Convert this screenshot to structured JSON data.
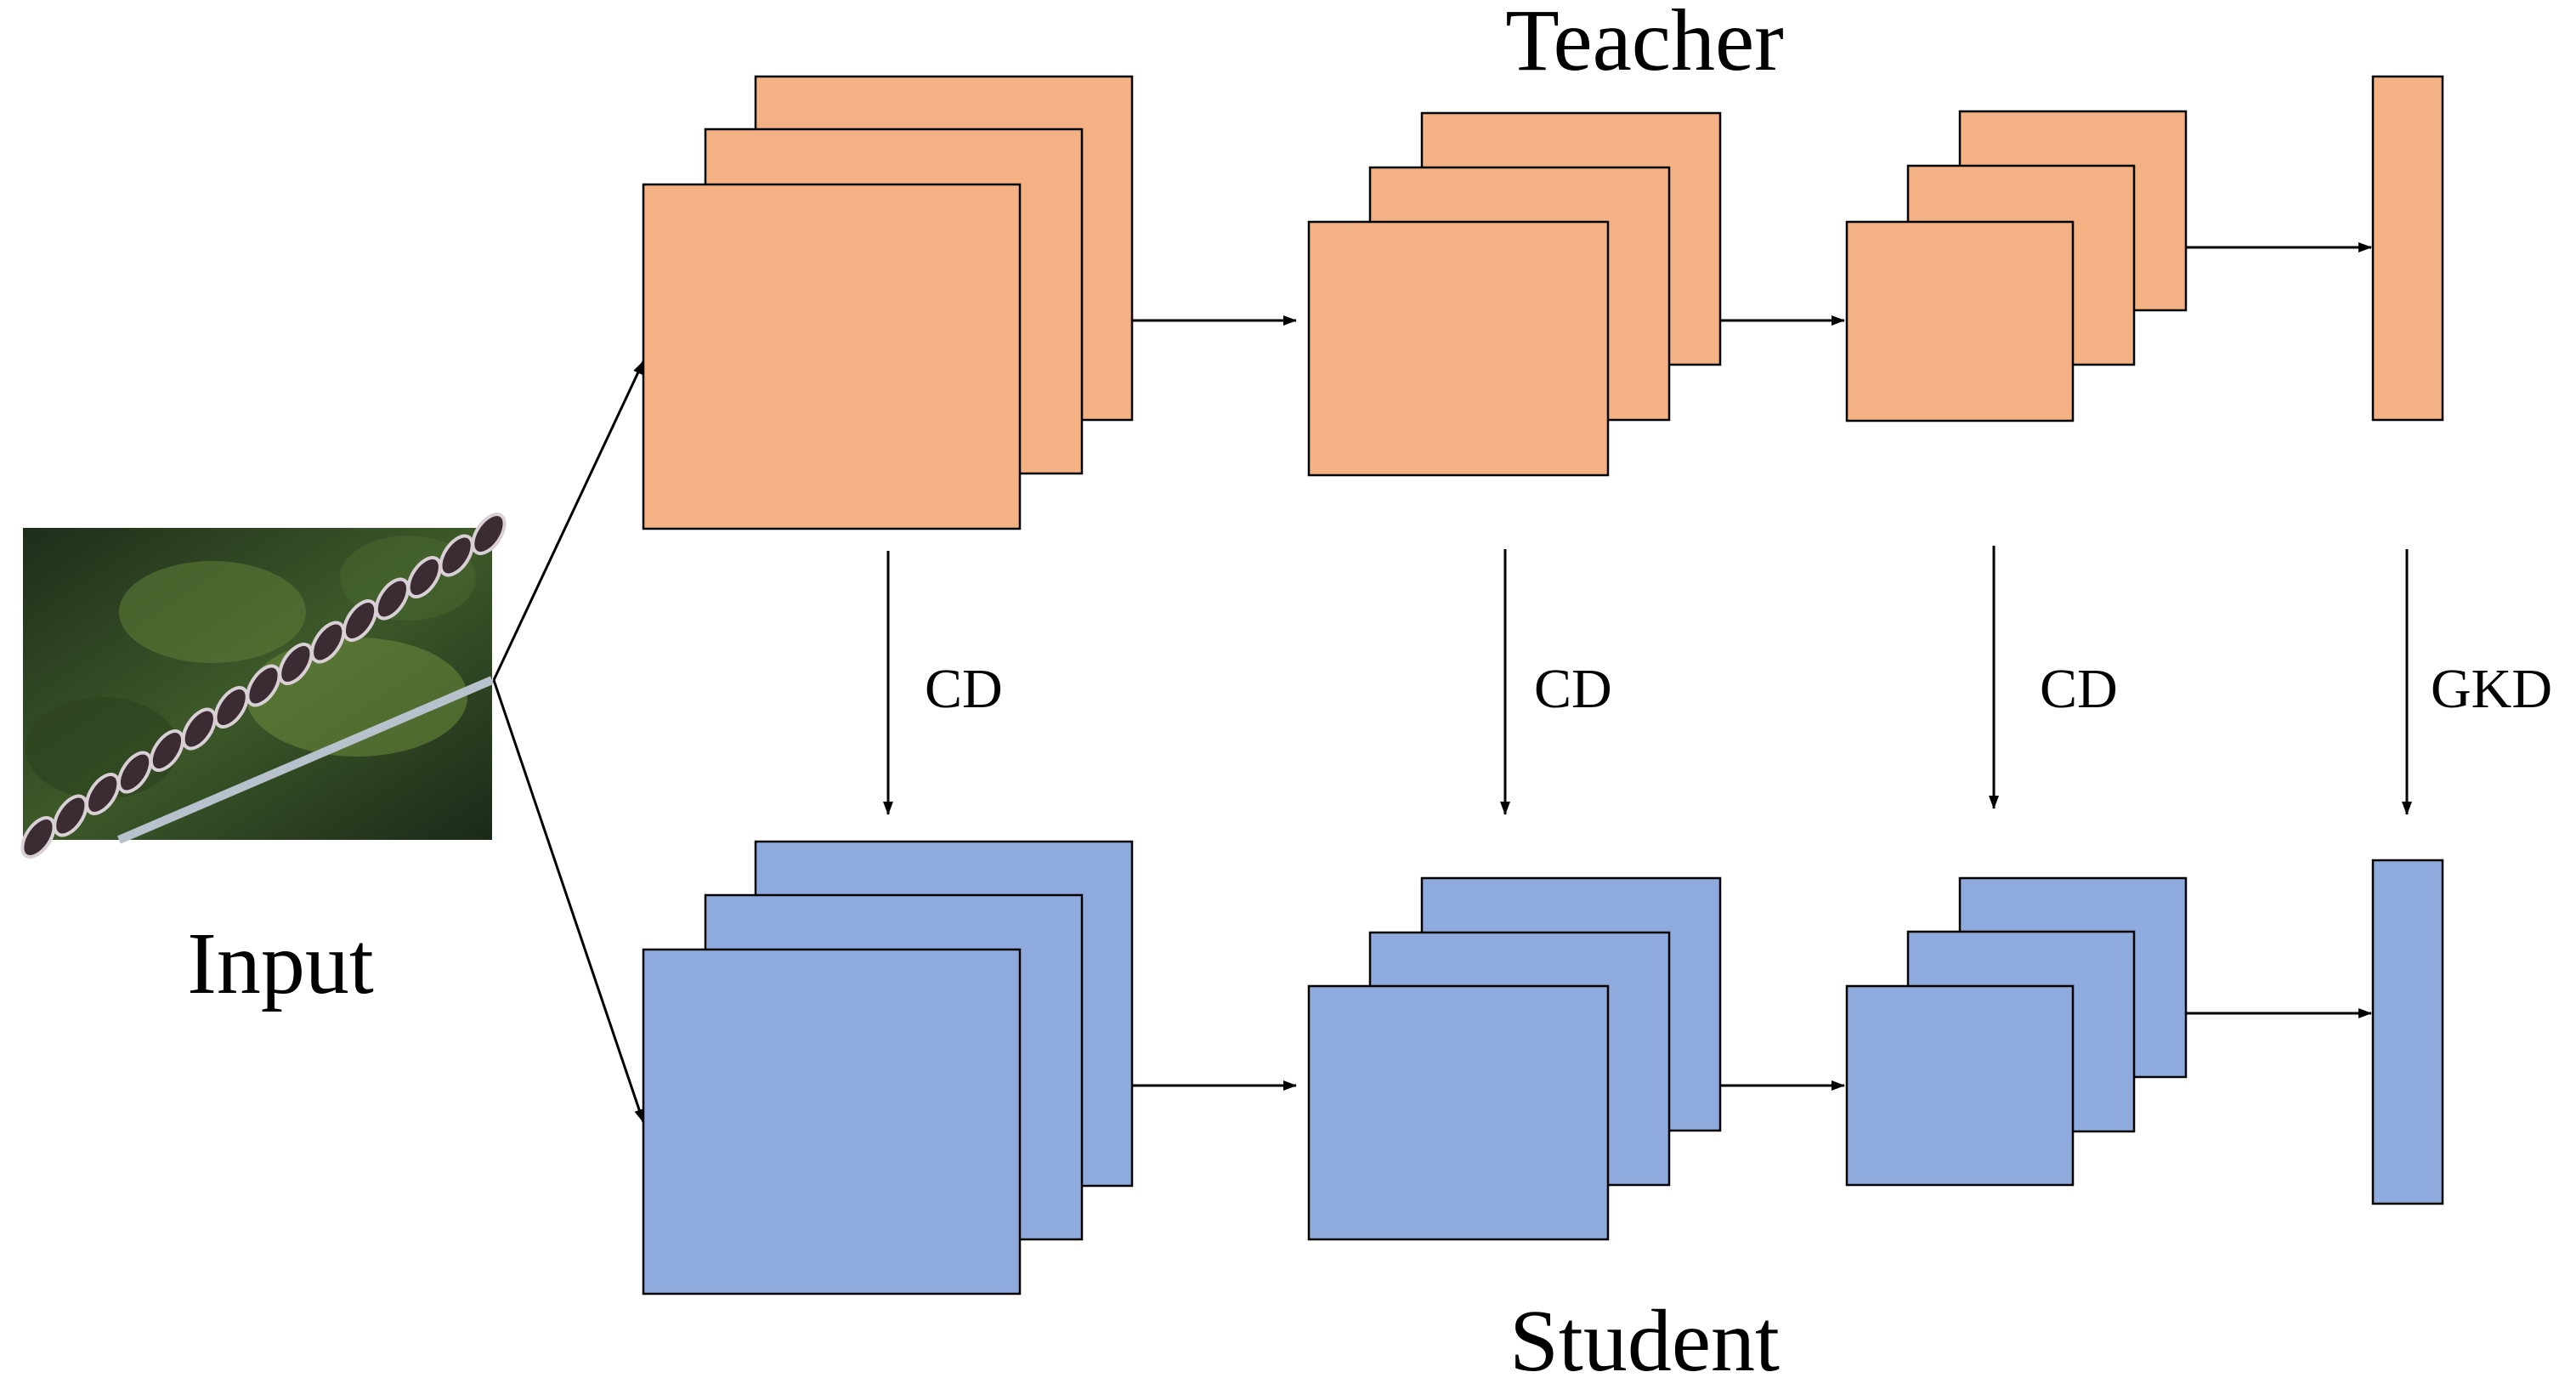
{
  "input_label": "Input",
  "teacher_label": "Teacher",
  "student_label": "Student",
  "distill_labels": [
    "CD",
    "CD",
    "CD",
    "GKD"
  ],
  "colors": {
    "teacher_fill": "#F4B183",
    "student_fill": "#8FAADC",
    "stroke": "#000000"
  },
  "input_image_description": "photo of a chain of glass insulators on a power line against green foliage"
}
